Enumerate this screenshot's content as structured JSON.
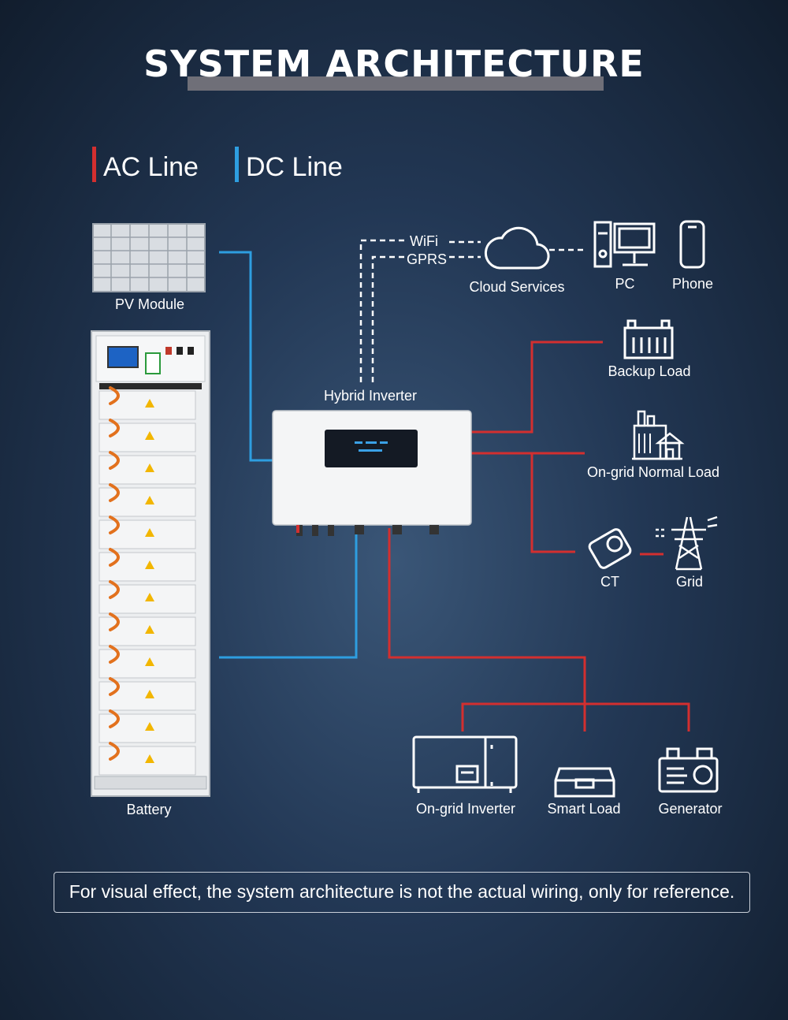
{
  "title": "SYSTEM ARCHITECTURE",
  "legend": {
    "ac": {
      "label": "AC Line",
      "color": "#d32f2f"
    },
    "dc": {
      "label": "DC Line",
      "color": "#2e9ee0"
    }
  },
  "components": {
    "pv_module": "PV Module",
    "battery": "Battery",
    "hybrid_inverter": "Hybrid Inverter",
    "wifi": "WiFi",
    "gprs": "GPRS",
    "cloud_services": "Cloud Services",
    "pc": "PC",
    "phone": "Phone",
    "backup_load": "Backup Load",
    "ongrid_normal_load": "On-grid Normal Load",
    "ct": "CT",
    "grid": "Grid",
    "ongrid_inverter": "On-grid Inverter",
    "smart_load": "Smart Load",
    "generator": "Generator"
  },
  "icons": [
    "solar-panel-icon",
    "battery-rack-icon",
    "hybrid-inverter-icon",
    "cloud-icon",
    "pc-icon",
    "phone-icon",
    "backup-load-icon",
    "factory-house-icon",
    "ct-clamp-icon",
    "grid-tower-icon",
    "ongrid-inverter-icon",
    "smart-load-icon",
    "generator-icon"
  ],
  "note": "For visual effect, the system architecture is not the actual wiring, only for reference."
}
